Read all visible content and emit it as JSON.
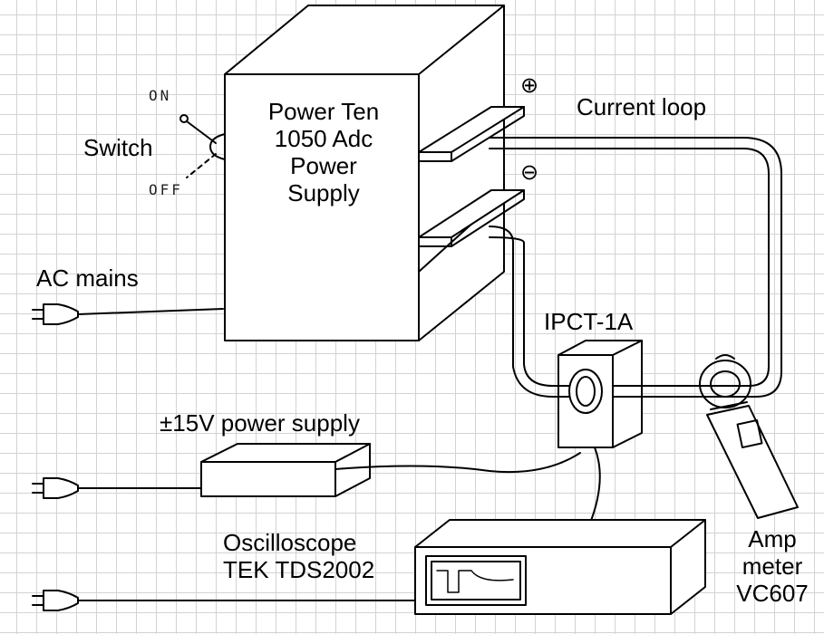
{
  "labels": {
    "power_supply_title": [
      "Power Ten",
      "1050 Adc",
      "Power",
      "Supply"
    ],
    "switch": "Switch",
    "switch_on": "ON",
    "switch_off": "OFF",
    "current_loop": "Current loop",
    "plus_terminal": "⊕",
    "minus_terminal": "⊖",
    "ac_mains": "AC mains",
    "ipct": "IPCT-1A",
    "pm15v": "±15V power supply",
    "oscilloscope": [
      "Oscilloscope",
      "TEK TDS2002"
    ],
    "ammeter": [
      "Amp",
      "meter",
      "VC607"
    ]
  },
  "colors": {
    "ink": "#000000",
    "grid": "#d3d3d3",
    "paper": "#ffffff"
  }
}
